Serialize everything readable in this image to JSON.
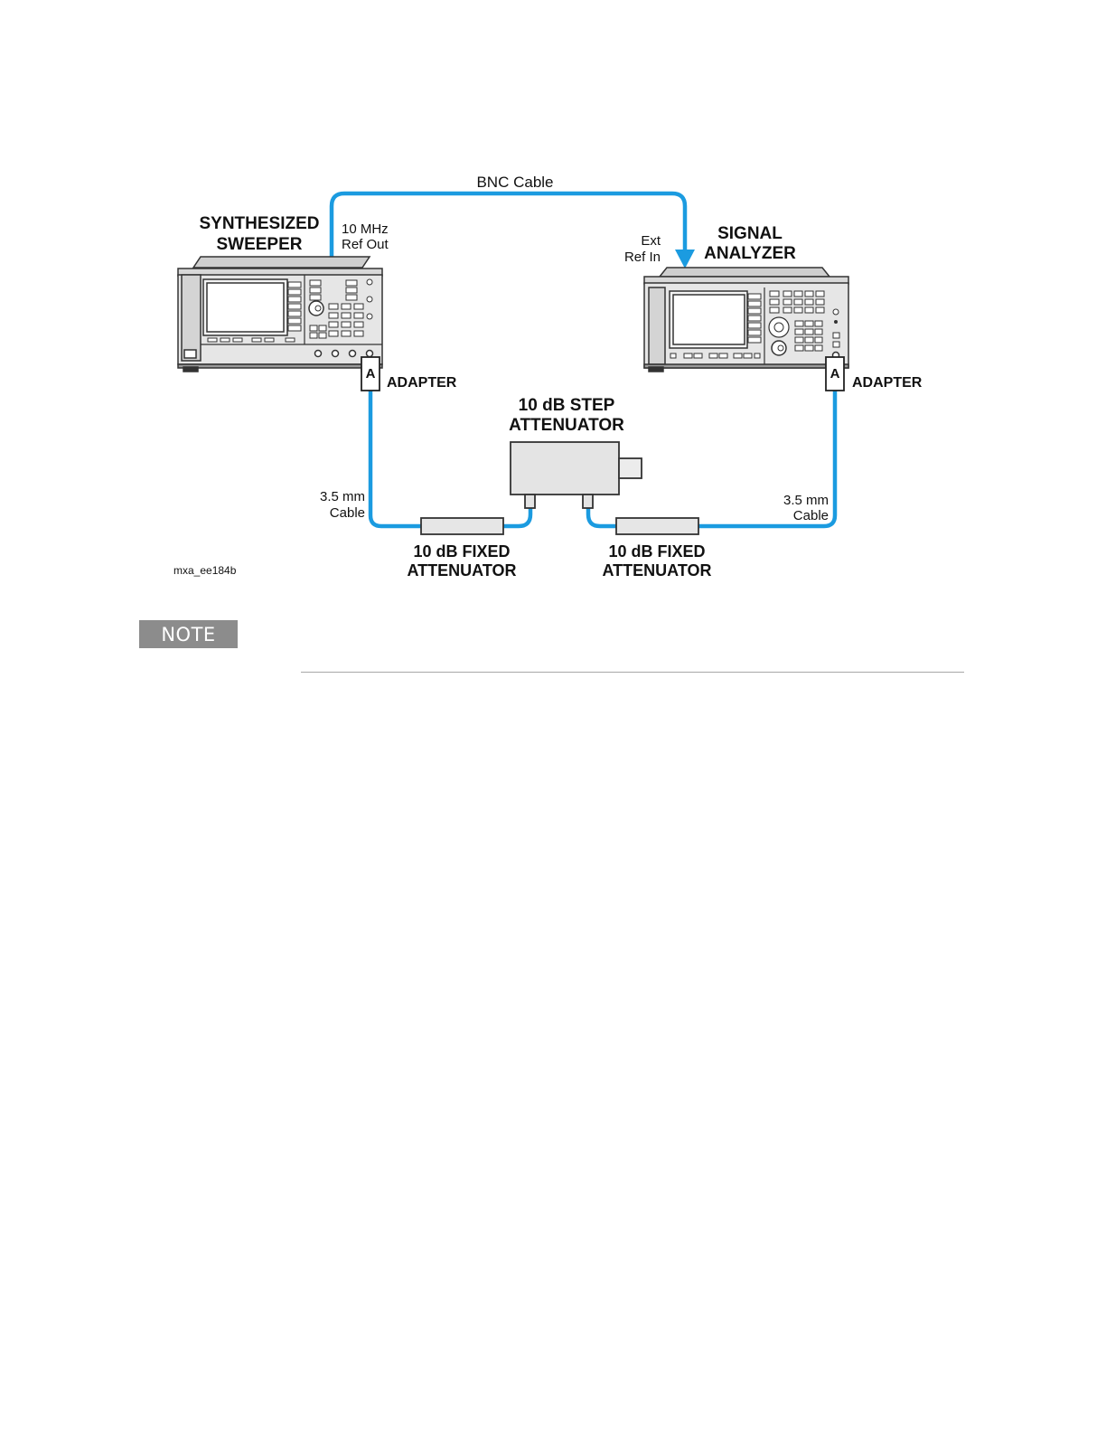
{
  "diagram": {
    "bnc_cable_label": "BNC Cable",
    "sweeper": {
      "title_line1": "SYNTHESIZED",
      "title_line2": "SWEEPER",
      "ref_out_line1": "10 MHz",
      "ref_out_line2": "Ref Out",
      "adapter_mark": "A",
      "adapter_label": "ADAPTER"
    },
    "analyzer": {
      "title_line1": "SIGNAL",
      "title_line2": "ANALYZER",
      "ref_in_line1": "Ext",
      "ref_in_line2": "Ref In",
      "adapter_mark": "A",
      "adapter_label": "ADAPTER"
    },
    "step_attenuator": {
      "line1": "10 dB STEP",
      "line2": "ATTENUATOR"
    },
    "fixed_attenuator_left": {
      "line1": "10 dB FIXED",
      "line2": "ATTENUATOR"
    },
    "fixed_attenuator_right": {
      "line1": "10 dB FIXED",
      "line2": "ATTENUATOR"
    },
    "cable_left": {
      "line1": "3.5 mm",
      "line2": "Cable"
    },
    "cable_right": {
      "line1": "3.5 mm",
      "line2": "Cable"
    },
    "figure_id": "mxa_ee184b",
    "cable_color": "#1b9be0"
  },
  "note": {
    "label": "NOTE"
  }
}
